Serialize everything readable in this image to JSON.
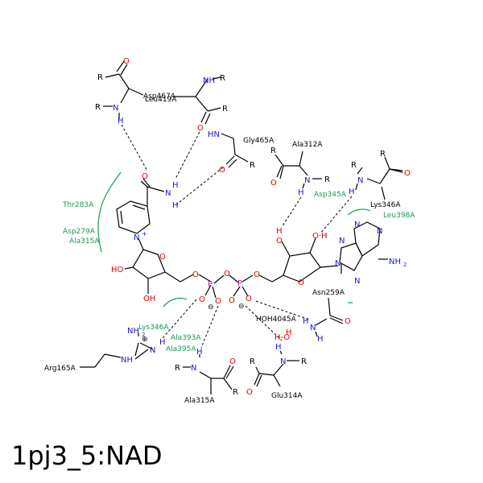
{
  "caption": "1pj3_5:NAD",
  "residues": {
    "asp467": "Asp467A",
    "leu419": "Leu419A",
    "gly465": "Gly465A",
    "ala312": "Ala312A",
    "lys346_top": "Lys346A",
    "asp345": "Asp345A",
    "leu398": "Leu398A",
    "thr283": "Thr283A",
    "asp279": "Asp279A",
    "ala315_left": "Ala315A",
    "asn259": "Asn259A",
    "hoh4045": "HOH4045A",
    "lys346_bottom": "Lys346A",
    "ala393": "Ala393A",
    "ala395": "Ala395A",
    "arg165": "Arg165A",
    "ala315_bottom": "Ala315A",
    "glu314": "Glu314A"
  },
  "atoms": {
    "R": "R",
    "N": "N",
    "H": "H",
    "O": "O",
    "P": "P",
    "HN": "HN",
    "NH": "NH",
    "NH2": "NH",
    "sub2": "2",
    "Nplus": "N",
    "plus": "+",
    "HO": "HO",
    "OH": "OH",
    "OminusH": "O·H",
    "OMH": "O-H",
    "minus": "⊖",
    "plusCircle": "⊕",
    "NH2a": "NH",
    "sub2b": "2"
  }
}
